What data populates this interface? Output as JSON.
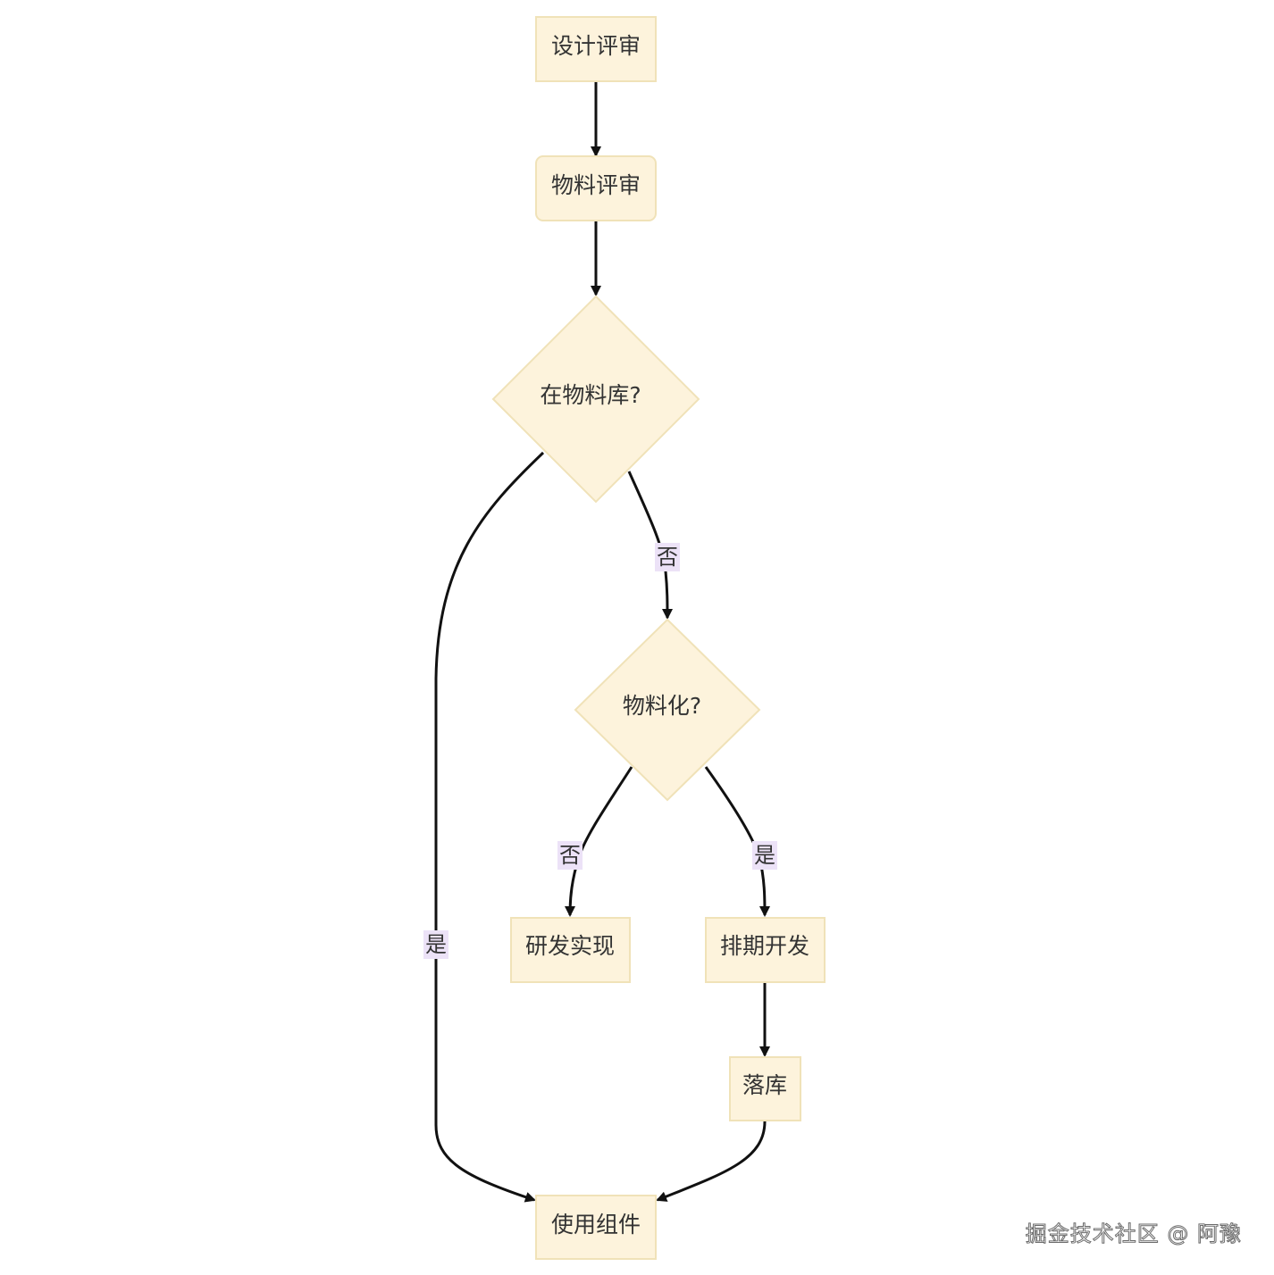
{
  "nodes": {
    "design_review": "设计评审",
    "material_review": "物料评审",
    "in_library": "在物料库?",
    "materialize": "物料化?",
    "rd_implement": "研发实现",
    "schedule_dev": "排期开发",
    "to_library": "落库",
    "use_component": "使用组件"
  },
  "edges": {
    "in_library_no": "否",
    "in_library_yes": "是",
    "materialize_no": "否",
    "materialize_yes": "是"
  },
  "watermark": "掘金技术社区 @ 阿豫",
  "colors": {
    "node_fill": "#fdf3dc",
    "node_stroke": "#f0e2b8",
    "edge": "#111111",
    "label_bg": "#ece2f7"
  }
}
